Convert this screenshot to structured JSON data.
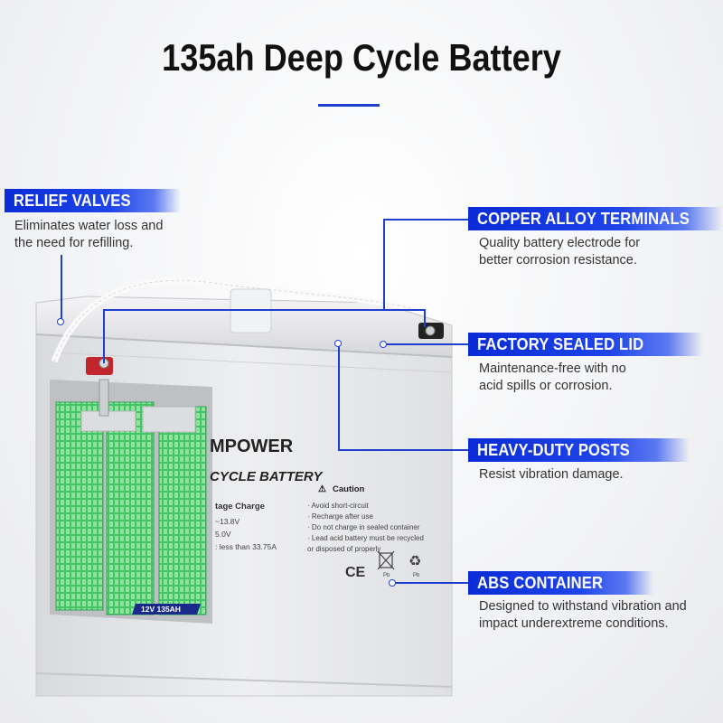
{
  "title": "135ah Deep Cycle Battery",
  "features": {
    "relief_valves": {
      "label": "RELIEF VALVES",
      "desc_1": "Eliminates water loss and",
      "desc_2": "the need for refilling."
    },
    "copper_terminals": {
      "label": "COPPER ALLOY TERMINALS",
      "desc_1": "Quality battery electrode for",
      "desc_2": "better corrosion resistance."
    },
    "sealed_lid": {
      "label": "FACTORY SEALED LID",
      "desc_1": "Maintenance-free with no",
      "desc_2": "acid spills or corrosion."
    },
    "heavy_posts": {
      "label": "HEAVY-DUTY POSTS",
      "desc_1": "Resist vibration damage."
    },
    "abs_container": {
      "label": "ABS CONTAINER",
      "desc_1": "Designed to withstand vibration and",
      "desc_2": "impact underextreme conditions."
    }
  },
  "battery": {
    "brand_partial": "MPOWER",
    "model_partial": "CYCLE BATTERY",
    "spec_heading": "tage Charge",
    "spec_1": "~13.8V",
    "spec_2": "5.0V",
    "spec_3": ": less than 33.75A",
    "caution_heading": "Caution",
    "caution_1": "· Avoid short-circuit",
    "caution_2": "· Recharge after use",
    "caution_3": "· Do not charge in sealed container",
    "caution_4": "· Lead acid battery must be recycled",
    "caution_5": "or disposed of properly",
    "ce_mark": "CE",
    "pb_1": "Pb",
    "pb_2": "Pb",
    "rating": "12V 135AH"
  },
  "colors": {
    "accent": "#1f3fcf",
    "cell_green": "#5fd47a",
    "case": "#e8e9ec"
  }
}
